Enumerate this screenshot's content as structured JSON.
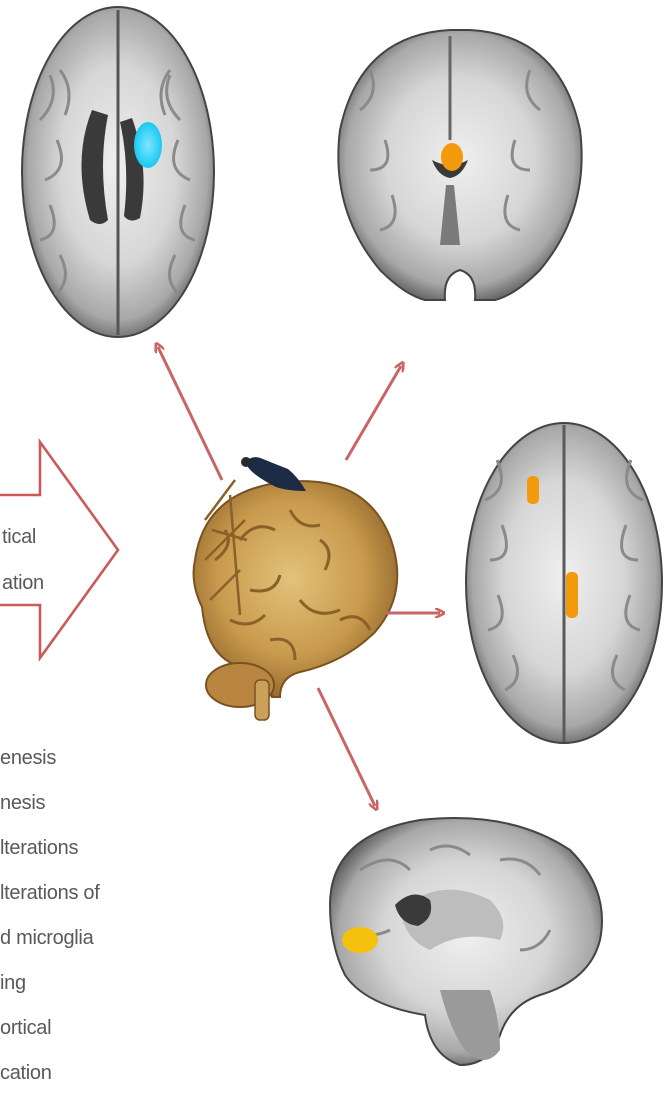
{
  "big_arrow_text": [
    "tical",
    "ation"
  ],
  "mechanisms_list": [
    "enesis",
    "nesis",
    "lterations",
    "lterations of",
    "d microglia",
    "ing",
    "ortical",
    "cation"
  ],
  "colors": {
    "big_arrow": "#c95a5a",
    "small_arrows": "#c96565",
    "axial_top_highlight": "#19c9f2",
    "orange_highlight": "#f29a0b",
    "yellow_highlight": "#f5c10d",
    "text": "#595959"
  }
}
